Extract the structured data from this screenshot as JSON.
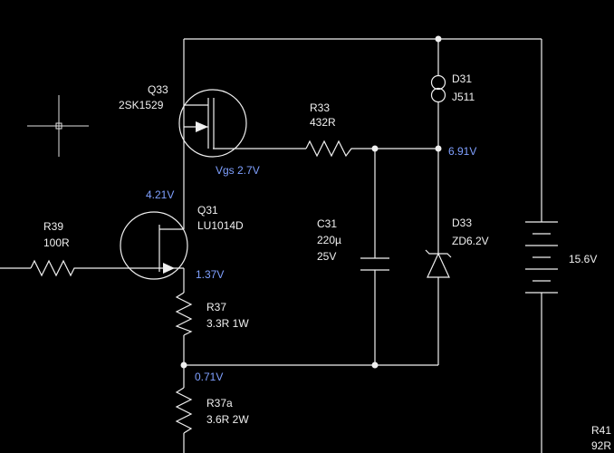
{
  "colors": {
    "background": "#000000",
    "wire": "#f0f0f0",
    "voltage_label": "#7fa0ff"
  },
  "components": {
    "q33": {
      "ref": "Q33",
      "value": "2SK1529"
    },
    "r33": {
      "ref": "R33",
      "value": "432R"
    },
    "d31": {
      "ref": "D31",
      "value": "J511"
    },
    "q31": {
      "ref": "Q31",
      "value": "LU1014D"
    },
    "r39": {
      "ref": "R39",
      "value": "100R"
    },
    "c31": {
      "ref": "C31",
      "value": "220µ",
      "rating": "25V"
    },
    "d33": {
      "ref": "D33",
      "value": "ZD6.2V"
    },
    "r37": {
      "ref": "R37",
      "value": "3.3R 1W"
    },
    "r37a": {
      "ref": "R37a",
      "value": "3.6R 2W"
    },
    "battery": {
      "value": "15.6V"
    },
    "r41": {
      "ref": "R41",
      "value": "92R"
    }
  },
  "voltages": {
    "vgs": "Vgs 2.7V",
    "node_691": "6.91V",
    "node_421": "4.21V",
    "node_137": "1.37V",
    "node_071": "0.71V"
  },
  "icons": {
    "cursor": "crosshair-cursor-icon"
  }
}
